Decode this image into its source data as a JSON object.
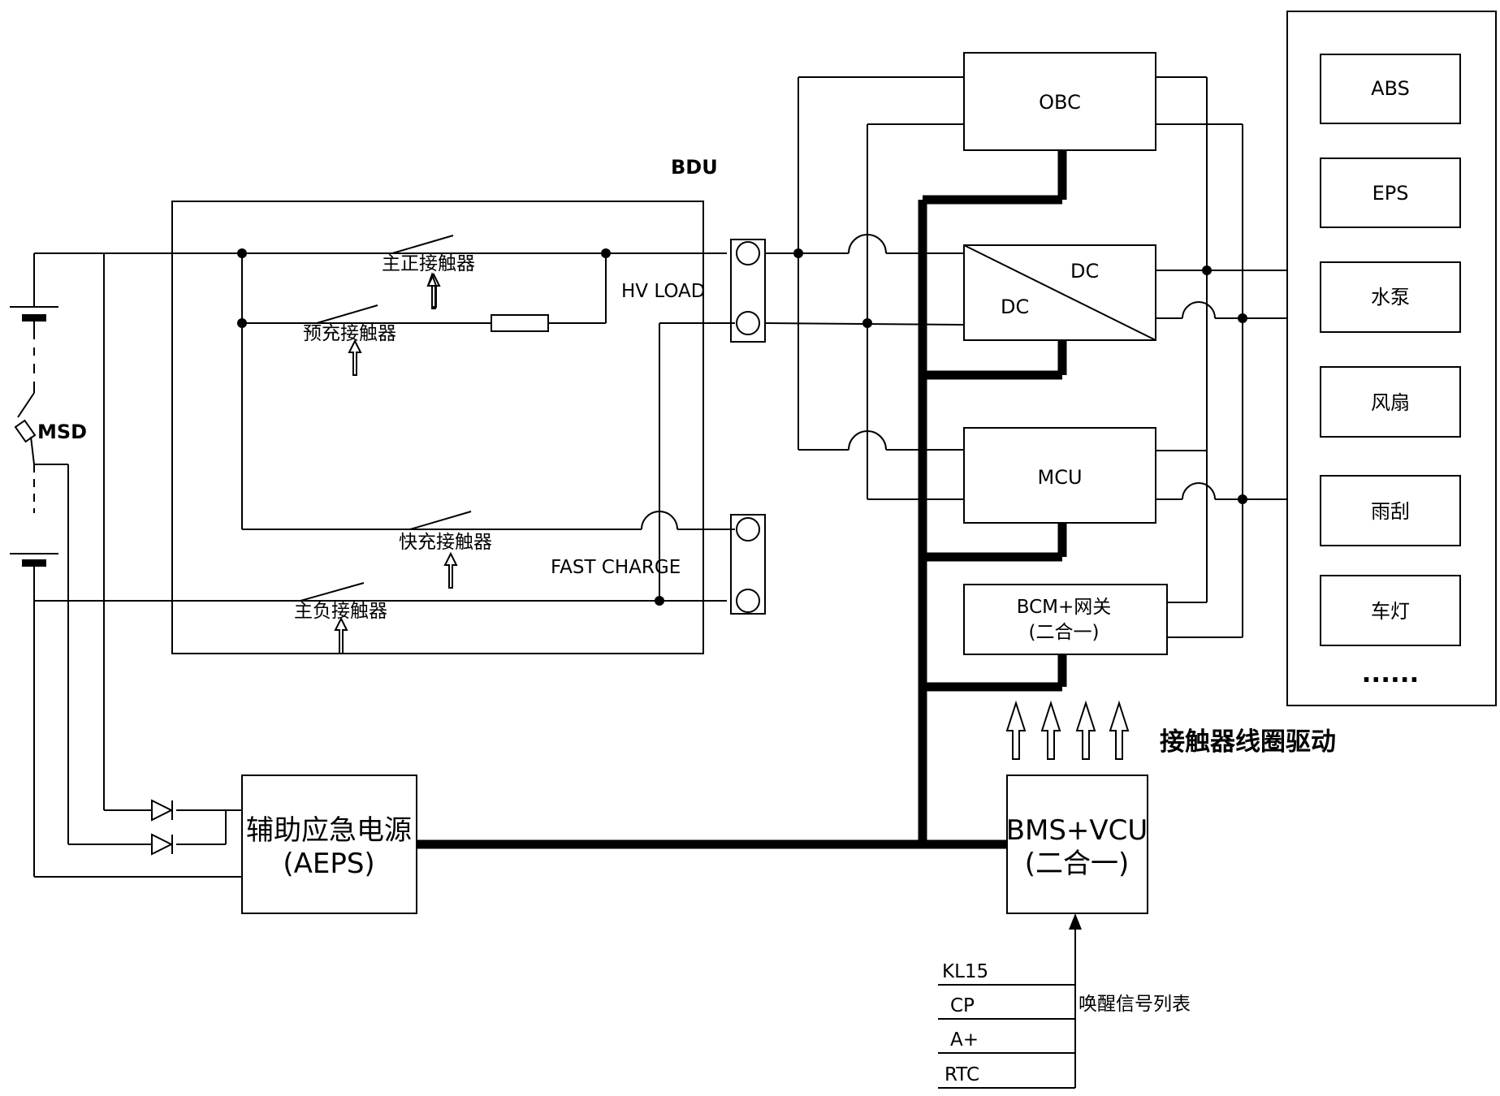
{
  "labels": {
    "bdu": "BDU",
    "main_pos_contactor": "主正接触器",
    "precharge_contactor": "预充接触器",
    "fast_charge_contactor": "快充接触器",
    "main_neg_contactor": "主负接触器",
    "hv_load": "HV LOAD",
    "fast_charge": "FAST CHARGE",
    "msd": "MSD",
    "coil_drive": "接触器线圈驱动",
    "wake_signals": "唤醒信号列表"
  },
  "blocks": {
    "obc": "OBC",
    "dcdc_in": "DC",
    "dcdc_out": "DC",
    "mcu": "MCU",
    "bcm_line1": "BCM+网关",
    "bcm_line2": "(二合一)",
    "aeps_line1": "辅助应急电源",
    "aeps_line2": "(AEPS)",
    "bms_line1": "BMS+VCU",
    "bms_line2": "(二合一)"
  },
  "loads": [
    "ABS",
    "EPS",
    "水泵",
    "风扇",
    "雨刮",
    "车灯"
  ],
  "loads_more": "......",
  "wake_signal_list": [
    "KL15",
    "CP",
    "A+",
    "RTC"
  ]
}
